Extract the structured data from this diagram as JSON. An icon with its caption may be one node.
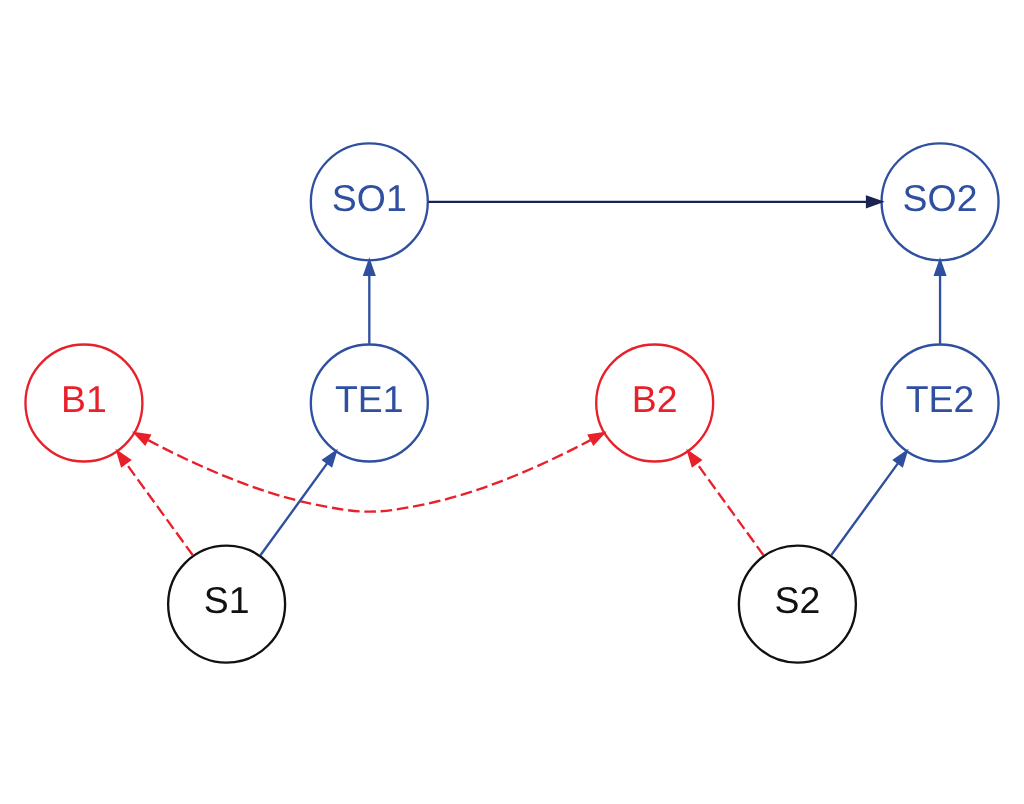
{
  "diagram": {
    "nodes": [
      {
        "text": [
          "B1"
        ]
      },
      {
        "text": [
          "B2"
        ]
      },
      {
        "text": [
          "SO1"
        ]
      },
      {
        "text": [
          "SO2"
        ]
      },
      {
        "text": [
          "TE1"
        ]
      },
      {
        "text": [
          "TE2"
        ]
      },
      {
        "text": [
          "S1"
        ]
      },
      {
        "text": [
          "S2"
        ]
      }
    ],
    "edges": [
      {
        "from": 0,
        "to": 1,
        "arrow": "both",
        "style": "dashed",
        "color": "#e8202a"
      },
      {
        "from": 6,
        "to": 0,
        "arrow": "to",
        "style": "dashed",
        "color": "#e8202a"
      },
      {
        "from": 7,
        "to": 1,
        "arrow": "to",
        "style": "dashed",
        "color": "#e8202a"
      },
      {
        "from": 2,
        "to": 3,
        "arrow": "to",
        "color": "#1a2350"
      },
      {
        "from": 6,
        "to": 4,
        "arrow": "to"
      },
      {
        "from": 4,
        "to": 2,
        "arrow": "to"
      },
      {
        "from": 7,
        "to": 5,
        "arrow": "to"
      },
      {
        "from": 5,
        "to": 3,
        "arrow": "to"
      }
    ]
  }
}
